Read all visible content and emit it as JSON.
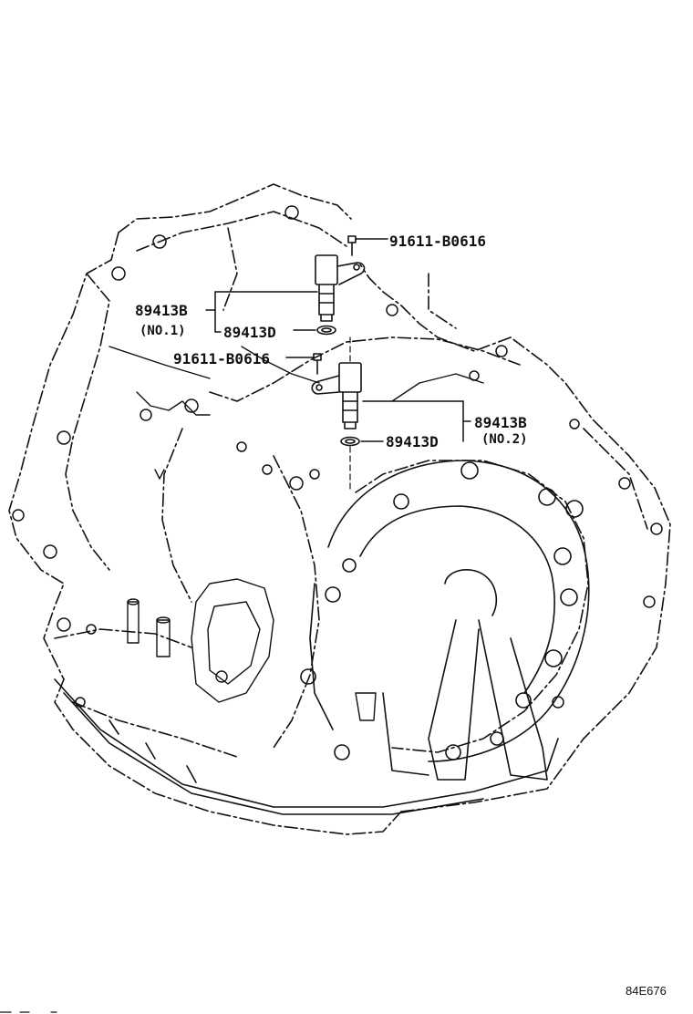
{
  "diagram": {
    "callouts": {
      "bolt_upper": "91611-B0616",
      "bolt_lower": "91611-B0616",
      "sensor_no1_part": "89413B",
      "sensor_no1_qualifier": "(NO.1)",
      "oring_no1_part": "89413D",
      "sensor_no2_part": "89413B",
      "sensor_no2_qualifier": "(NO.2)",
      "oring_no2_part": "89413D"
    },
    "reference_code": "84E676"
  },
  "colors": {
    "line": "#111111",
    "background": "#ffffff"
  }
}
